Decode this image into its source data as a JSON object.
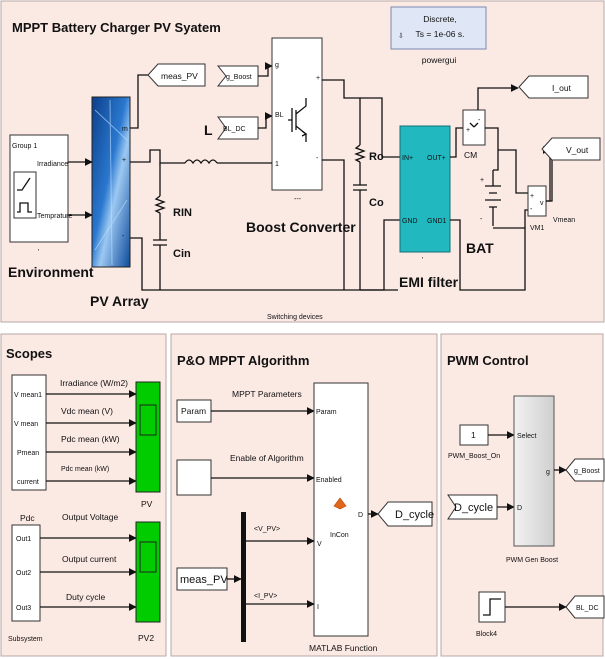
{
  "panels": {
    "main_title": "MPPT Battery Charger PV Syatem",
    "scopes_title": "Scopes",
    "po_title": "P&O MPPT  Algorithm",
    "pwm_title": "PWM Control",
    "switching_devices": "Switching devices"
  },
  "powergui": {
    "line1": "Discrete,",
    "line2": "Ts = 1e-06 s.",
    "label": "powergui"
  },
  "environment": {
    "group": "Group 1",
    "irradiance": "Irradiance",
    "temprature": "Temprature",
    "label": "Environment",
    "dot": "'"
  },
  "pv_array": {
    "label": "PV Array",
    "port_m": "m",
    "port_plus": "+",
    "port_minus": "-"
  },
  "tags": {
    "meas_pv": "meas_PV",
    "g_boost": "g_Boost",
    "bl_dc": "BL_DC",
    "i_out": "I_out",
    "v_out": "V_out",
    "d_cycle": "D_cycle"
  },
  "boost": {
    "label": "Boost Converter",
    "port_g": "g",
    "port_bl": "BL",
    "port_1": "1",
    "port_plus": "+",
    "port_minus": "-"
  },
  "components": {
    "l": "L",
    "rin": "RIN",
    "cin": "Cin",
    "ro": "Ro",
    "co": "Co",
    "bat": "BAT",
    "bat_plus": "+",
    "bat_minus": "-"
  },
  "emi": {
    "label": "EMI filter",
    "in_plus": "IN+",
    "out_plus": "OUT+",
    "gnd": "GND",
    "gnd1": "GND1"
  },
  "cm": {
    "label": "CM",
    "plus": "+",
    "minus": "-"
  },
  "vm": {
    "label": "VM1",
    "vmean": "Vmean",
    "plus": "+",
    "minus": "-",
    "v": "v"
  },
  "scopes": {
    "subsys1_ports": [
      "V mean1",
      "V mean",
      "Pmean",
      "current"
    ],
    "subsys1_signals": [
      "Irradiance (W/m2)",
      "Vdc mean (V)",
      "Pdc mean (kW)",
      "Pdc mean (kW)"
    ],
    "pv_scope": "PV",
    "pdc_label": "Pdc",
    "subsys2_ports": [
      "Out1",
      "Out2",
      "Out3"
    ],
    "subsys2_signals": [
      "Output Voltage",
      "Output current",
      "Duty cycle"
    ],
    "pv2_scope": "PV2",
    "subsystem_label": "Subsystem"
  },
  "po": {
    "param": "Param",
    "mppt_parameters": "MPPT Parameters",
    "enable_text": "Enable of Algorithm",
    "port_param": "Param",
    "port_enabled": "Enabled",
    "port_v": "V",
    "port_i": "I",
    "port_d": "D",
    "incon": "InCon",
    "v_pv": "<V_PV>",
    "i_pv": "<I_PV>",
    "matlab_fn": "MATLAB Function"
  },
  "pwm": {
    "const_value": "1",
    "const_label": "PWM_Boost_On",
    "select": "Select",
    "port_d": "D",
    "port_g": "g",
    "gen_label": "PWM Gen Boost",
    "block4": "Block4"
  },
  "colors": {
    "panel": "#fbe9e4",
    "pv_array": "#1a5fae",
    "emi_filter": "#22b8bf",
    "scope_green": "#00cc00",
    "powergui": "#dfe6f5"
  }
}
